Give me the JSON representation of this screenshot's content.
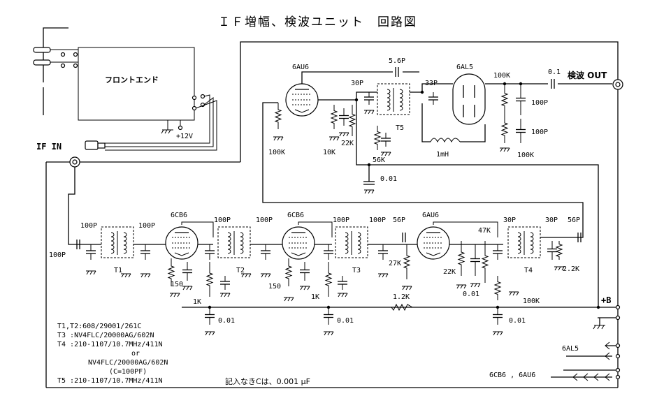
{
  "title": "ＩＦ増幅、検波ユニット　回路図",
  "front_end_label": "フロントエンド",
  "supply_12v": "+12V",
  "if_in": "IF IN",
  "detector_out": "検波 OUT",
  "b_plus": "+B",
  "tubes": {
    "v1": "6CB6",
    "v2": "6CB6",
    "v3": "6AU6",
    "v4": "6AU6",
    "v5": "6AL5"
  },
  "transformers": {
    "t1": "T1",
    "t2": "T2",
    "t3": "T3",
    "t4": "T4",
    "t5": "T5"
  },
  "components": {
    "c_in": "100P",
    "c_t1a": "100P",
    "c_t1b": "100P",
    "c_t2a": "100P",
    "c_t2b": "100P",
    "c_t3a": "100P",
    "c_t3b": "100P",
    "c_56p_a": "56P",
    "c_t4a": "30P",
    "c_t4b": "30P",
    "c_56p_b": "56P",
    "r_150_a": "150",
    "r_150_b": "150",
    "r_1k_a": "1K",
    "r_1k_b": "1K",
    "r_27k": "27K",
    "r_22k_a": "22K",
    "c_001_a": "0.01",
    "r_47k": "47K",
    "r_100k_a": "100K",
    "r_22k_b": "2.2K",
    "r_12k": "1.2K",
    "c_001_b": "0.01",
    "c_001_c": "0.01",
    "c_001_d": "0.01",
    "c_56p": "5.6P",
    "c_30p_t5": "30P",
    "c_33p": "33P",
    "r_100k_b": "100K",
    "r_10k": "10K",
    "r_22k_c": "22K",
    "r_56k": "56K",
    "c_001_e": "0.01",
    "r_100k_c": "100K",
    "c_01": "0.1",
    "c_100p_a": "100P",
    "c_100p_b": "100P",
    "r_100k_d": "100K",
    "l_1mh": "1mH"
  },
  "supply_labels": {
    "heater_a": "6AL5",
    "heater_b": "6CB6 , 6AU6"
  },
  "notes": [
    "T1,T2:608/29001/261C",
    "T3   :NV4FLC/20000AG/602N",
    "T4   :210-1107/10.7MHz/411N",
    "or",
    "NV4FLC/20000AG/602N",
    "(C=100PF)",
    "T5   :210-1107/10.7MHz/411N"
  ],
  "default_cap_note": "記入なきCは、0.001 μF"
}
